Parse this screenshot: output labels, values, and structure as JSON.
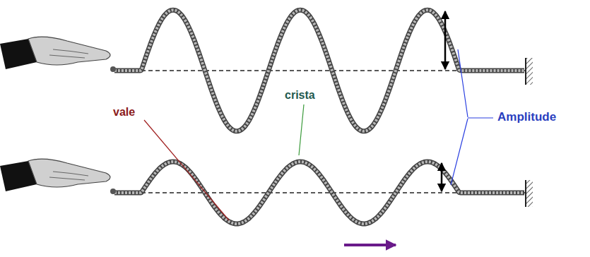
{
  "diagram": {
    "labels": [
      "vale",
      "crista",
      "Amplitude"
    ]
  }
}
